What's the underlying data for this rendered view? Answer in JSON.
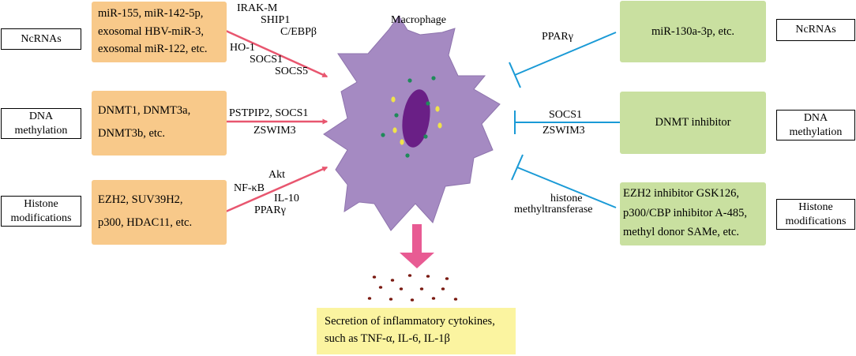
{
  "title": "Macrophage",
  "left": {
    "rows": [
      {
        "category_lines": [
          "NcRNAs"
        ],
        "items": [
          "miR-155, miR-142-5p,",
          "exosomal HBV-miR-3,",
          "exosomal miR-122, etc."
        ],
        "targets": [
          "IRAK-M",
          "SHIP1",
          "C/EBPβ",
          "HO-1",
          "SOCS1",
          "SOCS5"
        ]
      },
      {
        "category_lines": [
          "DNA",
          "methylation"
        ],
        "items": [
          "DNMT1, DNMT3a,",
          "DNMT3b, etc."
        ],
        "targets": [
          "PSTPIP2, SOCS1",
          "ZSWIM3"
        ]
      },
      {
        "category_lines": [
          "Histone",
          "modifications"
        ],
        "items": [
          "EZH2, SUV39H2,",
          "p300, HDAC11, etc."
        ],
        "targets": [
          "Akt",
          "NF-κB",
          "IL-10",
          "PPARγ"
        ]
      }
    ]
  },
  "right": {
    "rows": [
      {
        "category_lines": [
          "NcRNAs"
        ],
        "items": [
          "miR-130a-3p, etc."
        ],
        "targets": [
          "PPARγ"
        ]
      },
      {
        "category_lines": [
          "DNA",
          "methylation"
        ],
        "items": [
          "DNMT inhibitor"
        ],
        "targets": [
          "SOCS1",
          "ZSWIM3"
        ]
      },
      {
        "category_lines": [
          "Histone",
          "modifications"
        ],
        "items": [
          "EZH2 inhibitor GSK126,",
          "p300/CBP inhibitor A-485,",
          "methyl donor SAMe, etc."
        ],
        "targets": [
          "histone",
          "methyltransferase"
        ]
      }
    ]
  },
  "output": {
    "lines": [
      "Secretion of inflammatory cytokines,",
      "such as TNF-α, IL-6, IL-1β"
    ]
  },
  "colors": {
    "activation_arrow": "#e8566f",
    "inhibition_line": "#1a9ad6",
    "secretion_arrow": "#e85b93",
    "macrophage_fill": "#a58ac2",
    "nucleus_fill": "#6a1f86",
    "dot_green": "#1f8a5a",
    "dot_yellow": "#f0e34a",
    "cytokine_dot": "#7a1a12",
    "orange_box": "#f8c98a",
    "green_box": "#c9e0a0",
    "yellow_box": "#fbf4a0"
  }
}
